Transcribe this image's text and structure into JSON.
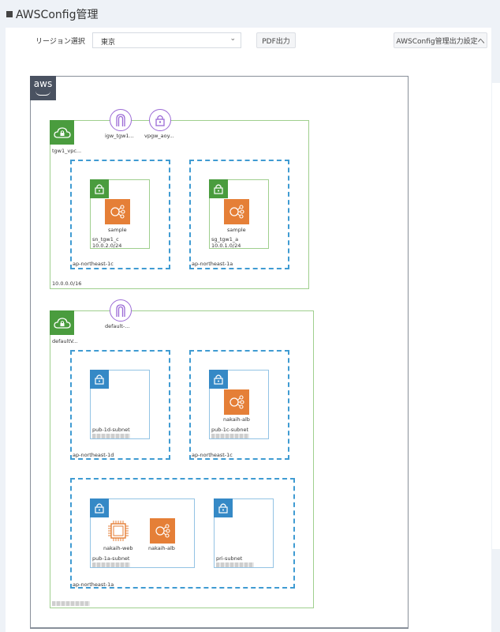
{
  "page": {
    "title": "AWSConfig管理"
  },
  "toolbar": {
    "region_label": "リージョン選択",
    "region_value": "東京",
    "pdf_button": "PDF出力",
    "settings_button": "AWSConfig管理出力設定へ"
  },
  "diagram": {
    "cloud_logo": "aws",
    "vpcs": [
      {
        "name": "tgw1_vpc...",
        "cidr": "10.0.0.0/16",
        "gateways": [
          {
            "name": "igw_tgw1...",
            "icon": "internet-gateway-icon"
          },
          {
            "name": "vpgw_aoy...",
            "icon": "vpn-gateway-icon"
          }
        ],
        "azs": [
          {
            "name": "ap-northeast-1c",
            "subnets": [
              {
                "name": "sn_tgw1_c",
                "cidr": "10.0.2.0/24",
                "resources": [
                  {
                    "name": "sample",
                    "icon": "load-balancer-icon"
                  }
                ]
              }
            ]
          },
          {
            "name": "ap-northeast-1a",
            "subnets": [
              {
                "name": "sg_tgw1_a",
                "cidr": "10.0.1.0/24",
                "resources": [
                  {
                    "name": "sample",
                    "icon": "load-balancer-icon"
                  }
                ]
              }
            ]
          }
        ]
      },
      {
        "name": "defaultV...",
        "cidr": "",
        "gateways": [
          {
            "name": "default-...",
            "icon": "internet-gateway-icon"
          }
        ],
        "azs": [
          {
            "name": "ap-northeast-1d",
            "subnets": [
              {
                "name": "pub-1d-subnet",
                "cidr": "",
                "resources": []
              }
            ]
          },
          {
            "name": "ap-northeast-1c",
            "subnets": [
              {
                "name": "pub-1c-subnet",
                "cidr": "",
                "resources": [
                  {
                    "name": "nakaih-alb",
                    "icon": "load-balancer-icon"
                  }
                ]
              }
            ]
          },
          {
            "name": "ap-northeast-1a",
            "subnets": [
              {
                "name": "pub-1a-subnet",
                "cidr": "",
                "resources": [
                  {
                    "name": "nakaih-web",
                    "icon": "ec2-instance-icon"
                  },
                  {
                    "name": "nakaih-alb",
                    "icon": "load-balancer-icon"
                  }
                ]
              },
              {
                "name": "pri-subnet",
                "cidr": "",
                "resources": []
              }
            ]
          }
        ]
      }
    ]
  }
}
